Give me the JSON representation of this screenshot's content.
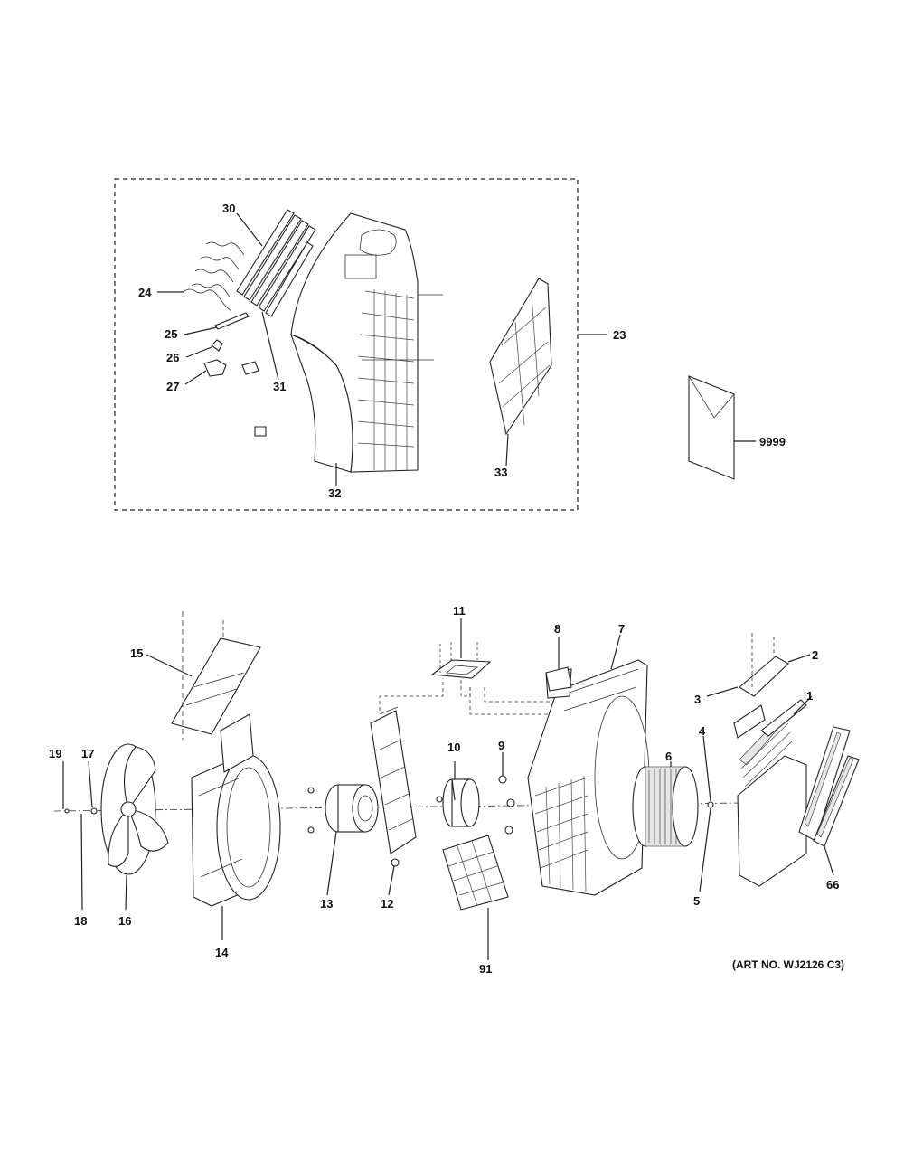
{
  "labels": {
    "p1": "1",
    "p2": "2",
    "p3": "3",
    "p4": "4",
    "p5": "5",
    "p6": "6",
    "p7": "7",
    "p8": "8",
    "p9": "9",
    "p10": "10",
    "p11": "11",
    "p12": "12",
    "p13": "13",
    "p14": "14",
    "p15": "15",
    "p16": "16",
    "p17": "17",
    "p18": "18",
    "p19": "19",
    "p23": "23",
    "p24": "24",
    "p25": "25",
    "p26": "26",
    "p27": "27",
    "p30": "30",
    "p31": "31",
    "p32": "32",
    "p33": "33",
    "p66": "66",
    "p91": "91",
    "p9999": "9999"
  },
  "art_number": "(ART NO. WJ2126 C3)"
}
